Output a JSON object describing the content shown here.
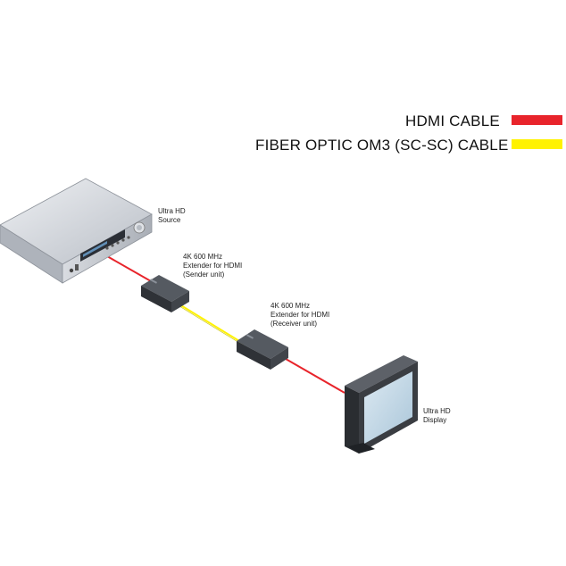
{
  "legend": {
    "hdmi": {
      "label": "HDMI CABLE",
      "color": "#e8242b"
    },
    "fiber": {
      "label": "FIBER OPTIC OM3 (SC-SC) CABLE",
      "color": "#fff200"
    }
  },
  "devices": {
    "source": {
      "label": "Ultra HD\nSource",
      "icon": "av-receiver-icon"
    },
    "sender": {
      "label": "4K 600 MHz\nExtender for HDMI\n(Sender unit)",
      "icon": "extender-box-icon"
    },
    "receiver": {
      "label": "4K 600 MHz\nExtender for HDMI\n(Receiver unit)",
      "icon": "extender-box-icon"
    },
    "display": {
      "label": "Ultra HD\nDisplay",
      "icon": "tv-monitor-icon"
    }
  },
  "colors": {
    "device_body": "#3a3d42",
    "source_body": "#c9cdd4",
    "screen": "#c7dcea"
  }
}
